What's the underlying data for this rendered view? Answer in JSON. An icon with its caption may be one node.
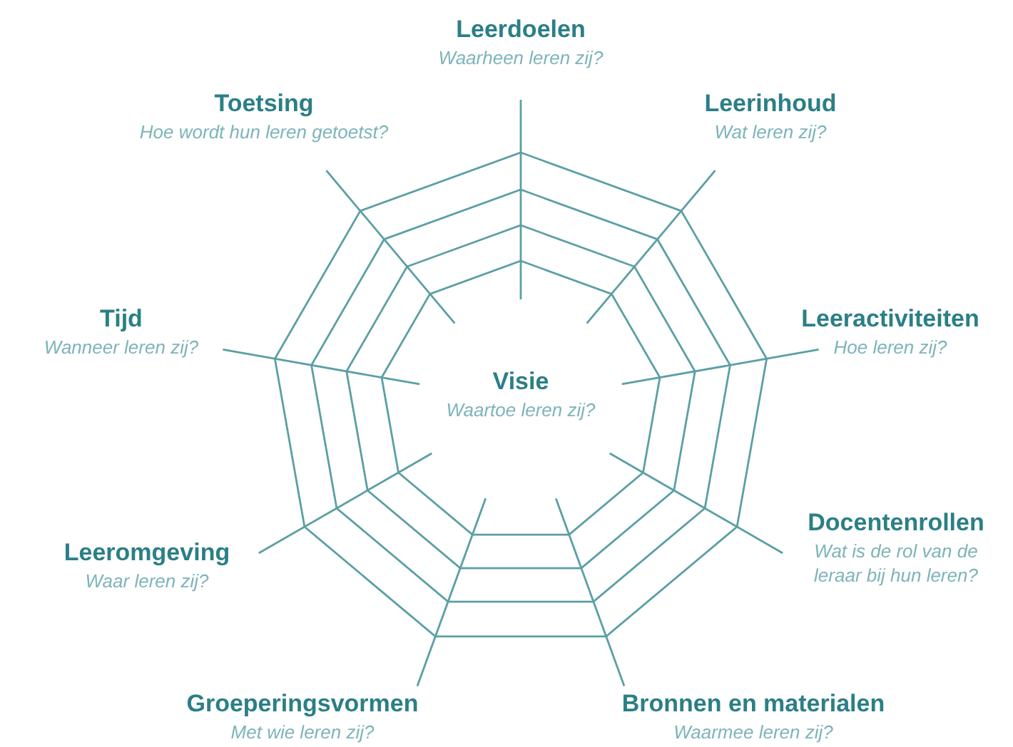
{
  "diagram": {
    "nodes": [
      {
        "text": [
          "Visie",
          "Waartoe leren zij?"
        ]
      },
      {
        "text": [
          "Leerdoelen",
          "Waarheen leren zij?"
        ]
      },
      {
        "text": [
          "Leerinhoud",
          "Wat leren zij?"
        ]
      },
      {
        "text": [
          "Leeractiviteiten",
          "Hoe leren zij?"
        ]
      },
      {
        "text": [
          "Docentenrollen",
          "Wat is de rol van de leraar bij hun leren?"
        ]
      },
      {
        "text": [
          "Bronnen en materialen",
          "Waarmee leren zij?"
        ]
      },
      {
        "text": [
          "Groeperingsvormen",
          "Met wie leren zij?"
        ]
      },
      {
        "text": [
          "Leeromgeving",
          "Waar leren zij?"
        ]
      },
      {
        "text": [
          "Tijd",
          "Wanneer leren zij?"
        ]
      },
      {
        "text": [
          "Toetsing",
          "Hoe wordt hun leren getoetst?"
        ]
      }
    ]
  }
}
